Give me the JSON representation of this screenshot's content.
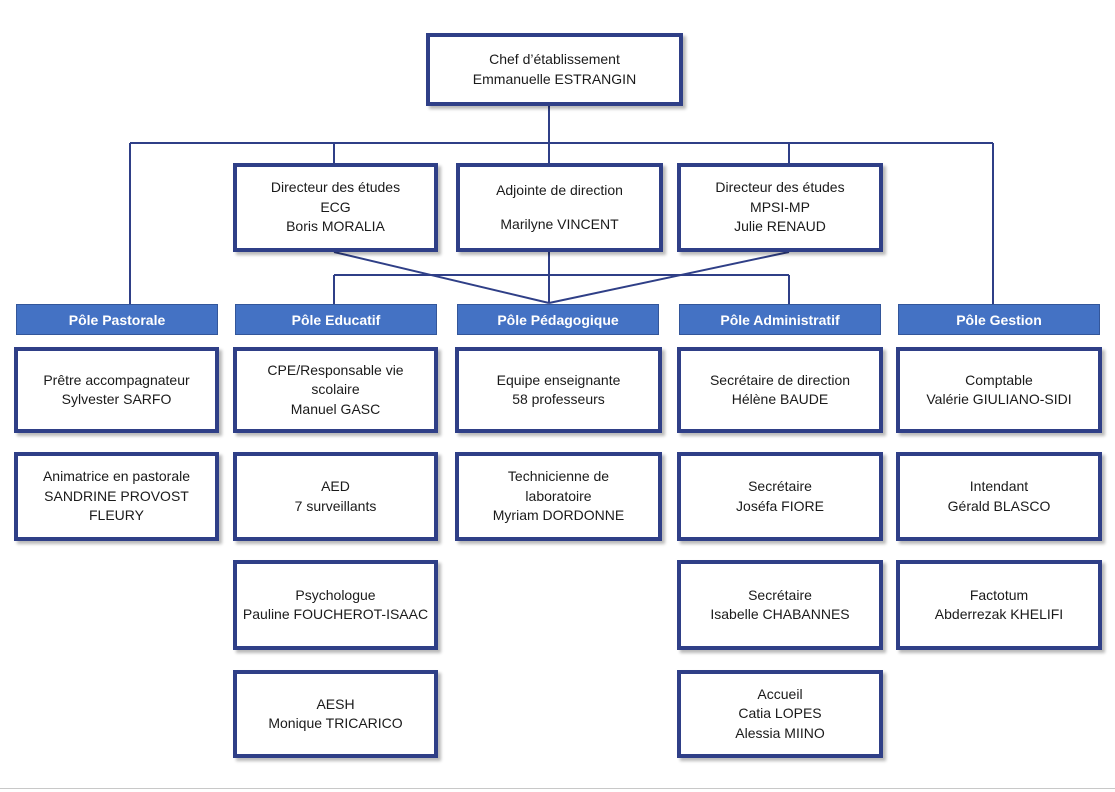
{
  "chef": {
    "role": "Chef d’établissement",
    "name": "Emmanuelle ESTRANGIN"
  },
  "directors": [
    {
      "lines": [
        "Directeur des études",
        "ECG",
        "Boris MORALIA"
      ]
    },
    {
      "lines": [
        "Adjointe de direction",
        "",
        "Marilyne VINCENT"
      ]
    },
    {
      "lines": [
        "Directeur des études",
        "MPSI-MP",
        "Julie RENAUD"
      ]
    }
  ],
  "poles": [
    {
      "label": "Pôle Pastorale",
      "members": [
        {
          "lines": [
            "Prêtre accompagnateur",
            "Sylvester SARFO"
          ]
        },
        {
          "lines": [
            "Animatrice en pastorale",
            "SANDRINE PROVOST",
            "FLEURY"
          ]
        }
      ]
    },
    {
      "label": "Pôle Educatif",
      "members": [
        {
          "lines": [
            "CPE/Responsable vie",
            "scolaire",
            "Manuel GASC"
          ]
        },
        {
          "lines": [
            "AED",
            "7 surveillants"
          ]
        },
        {
          "lines": [
            "Psychologue",
            "Pauline FOUCHEROT-ISAAC"
          ]
        },
        {
          "lines": [
            "AESH",
            "Monique TRICARICO"
          ]
        }
      ]
    },
    {
      "label": "Pôle Pédagogique",
      "members": [
        {
          "lines": [
            "Equipe enseignante",
            "58 professeurs"
          ]
        },
        {
          "lines": [
            "Technicienne de",
            "laboratoire",
            "Myriam DORDONNE"
          ]
        }
      ]
    },
    {
      "label": "Pôle Administratif",
      "members": [
        {
          "lines": [
            "Secrétaire de direction",
            "Hélène BAUDE"
          ]
        },
        {
          "lines": [
            "Secrétaire",
            "Joséfa FIORE"
          ]
        },
        {
          "lines": [
            "Secrétaire",
            "Isabelle CHABANNES"
          ]
        },
        {
          "lines": [
            "Accueil",
            "Catia LOPES",
            "Alessia MIINO"
          ]
        }
      ]
    },
    {
      "label": "Pôle Gestion",
      "members": [
        {
          "lines": [
            "Comptable",
            "Valérie GIULIANO-SIDI"
          ]
        },
        {
          "lines": [
            "Intendant",
            "Gérald BLASCO"
          ]
        },
        {
          "lines": [
            "Factotum",
            "Abderrezak KHELIFI"
          ]
        }
      ]
    }
  ],
  "colors": {
    "border": "#2f3f87",
    "pole_fill": "#4472c4",
    "connector": "#2f3f87"
  }
}
